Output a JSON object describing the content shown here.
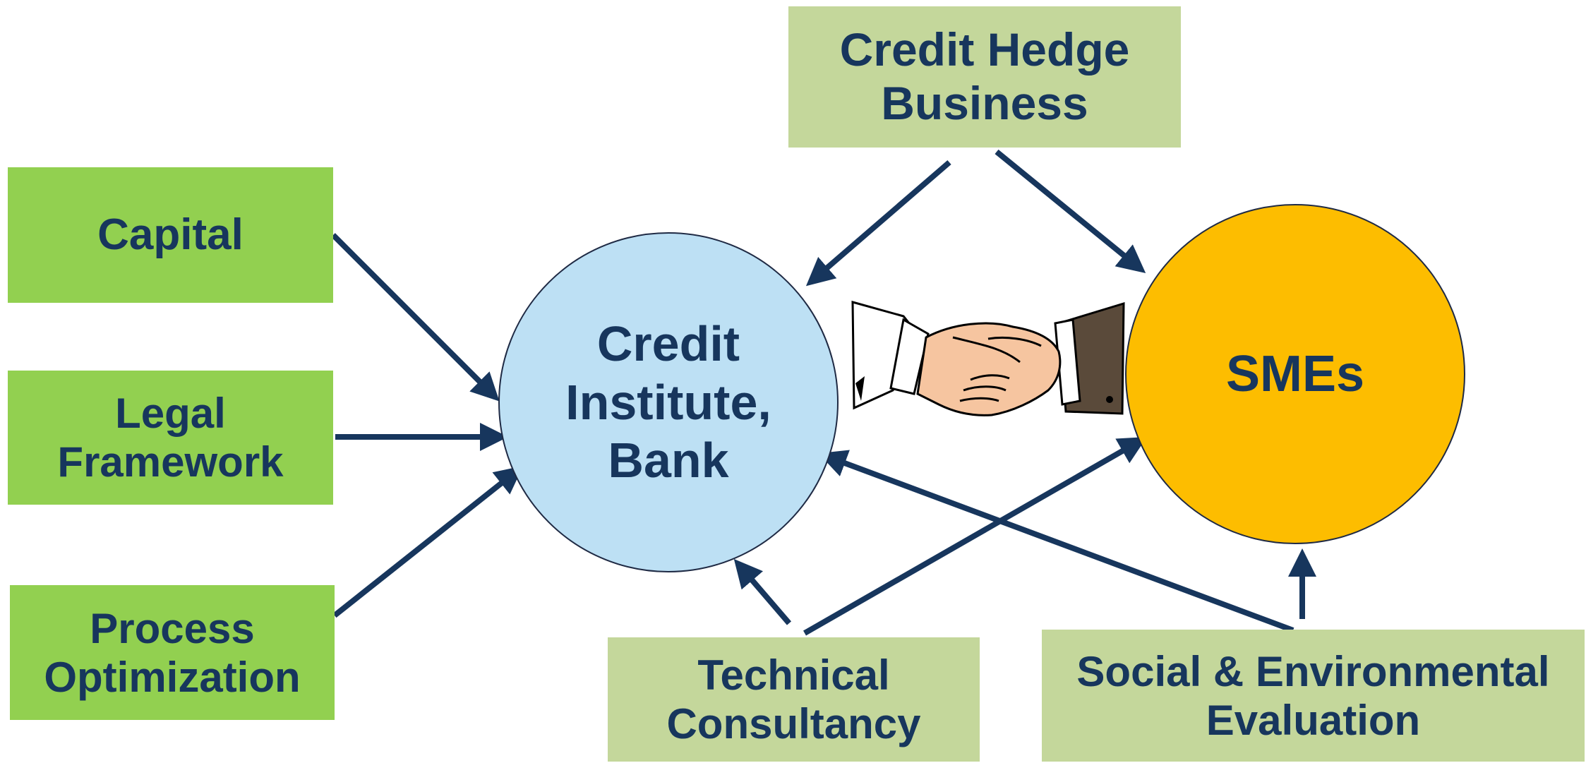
{
  "colors": {
    "arrow": "#17365d",
    "text": "#17365d",
    "box_dark_green": "#92d050",
    "box_light_green": "#c4d79b",
    "bank_circle": "#bde0f4",
    "smes_circle": "#fdbd00"
  },
  "nodes": {
    "capital": "Capital",
    "legal_framework": "Legal\nFramework",
    "process_optimization": "Process\nOptimization",
    "credit_hedge_business": "Credit Hedge\nBusiness",
    "technical_consultancy": "Technical\nConsultancy",
    "social_environmental_evaluation": "Social & Environmental\nEvaluation",
    "credit_institute_bank": "Credit\nInstitute,\nBank",
    "smes": "SMEs"
  },
  "illustration": {
    "icon": "handshake-icon"
  }
}
